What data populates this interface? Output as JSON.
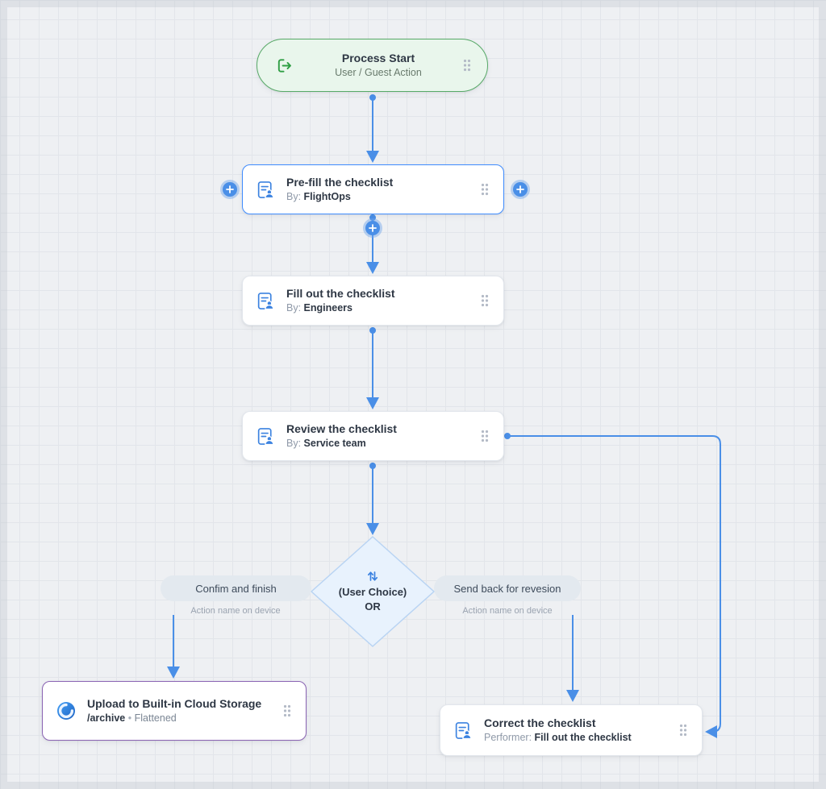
{
  "nodes": {
    "start": {
      "title": "Process Start",
      "subtitle": "User / Guest Action"
    },
    "prefill": {
      "title": "Pre-fill the checklist",
      "meta_label": "By:",
      "meta_value": "FlightOps"
    },
    "fill": {
      "title": "Fill out the checklist",
      "meta_label": "By:",
      "meta_value": "Engineers"
    },
    "review": {
      "title": "Review the checklist",
      "meta_label": "By:",
      "meta_value": "Service team"
    },
    "choice": {
      "title": "(User Choice)",
      "operator": "OR"
    },
    "upload": {
      "title": "Upload to Built-in Cloud Storage",
      "path": "/archive",
      "separator": "•",
      "mode": "Flattened"
    },
    "correct": {
      "title": "Correct the checklist",
      "meta_label": "Performer:",
      "meta_value": "Fill out the checklist"
    }
  },
  "branches": {
    "left": {
      "label": "Confim and finish",
      "caption": "Action name on device"
    },
    "right": {
      "label": "Send back for revesion",
      "caption": "Action name on device"
    }
  },
  "icons": {
    "start": "exit-arrow",
    "task": "checklist-person",
    "drag": "drag-handle-dots",
    "add": "plus-circle",
    "choice": "swap-arrows",
    "upload": "cloud-storage-sphere"
  },
  "colors": {
    "edge": "#4a8fe7",
    "start_border": "#57a967",
    "start_bg": "#e9f6ec",
    "selected_border": "#3f8cff",
    "upload_border": "#8a63b3",
    "diamond_bg": "#e8f2fd",
    "diamond_border": "#b9d4f3",
    "pill_bg": "#e3e9ef"
  }
}
